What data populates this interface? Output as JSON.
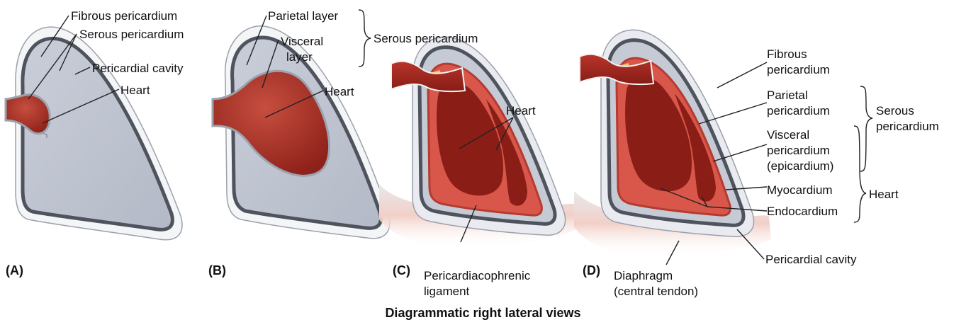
{
  "panel_a": {
    "letter": "(A)",
    "labels": {
      "fibrous": "Fibrous pericardium",
      "serous": "Serous pericardium",
      "cavity": "Pericardial cavity",
      "heart": "Heart"
    }
  },
  "panel_b": {
    "letter": "(B)",
    "labels": {
      "parietal": "Parietal layer",
      "visceral_1": "Visceral",
      "visceral_2": "layer",
      "serous": "Serous pericardium",
      "heart": "Heart"
    }
  },
  "panel_c": {
    "letter": "(C)",
    "labels": {
      "heart": "Heart",
      "ligament_1": "Pericardiacophrenic",
      "ligament_2": "ligament"
    }
  },
  "panel_d": {
    "letter": "(D)",
    "labels": {
      "fibrous_1": "Fibrous",
      "fibrous_2": "pericardium",
      "parietal_1": "Parietal",
      "parietal_2": "pericardium",
      "serous_1": "Serous",
      "serous_2": "pericardium",
      "visceral_1": "Visceral",
      "visceral_2": "pericardium",
      "visceral_3": "(epicardium)",
      "myocardium": "Myocardium",
      "heart": "Heart",
      "endocardium": "Endocardium",
      "cavity": "Pericardial cavity",
      "diaphragm_1": "Diaphragm",
      "diaphragm_2": "(central tendon)"
    }
  },
  "caption": "Diagrammatic right lateral views"
}
